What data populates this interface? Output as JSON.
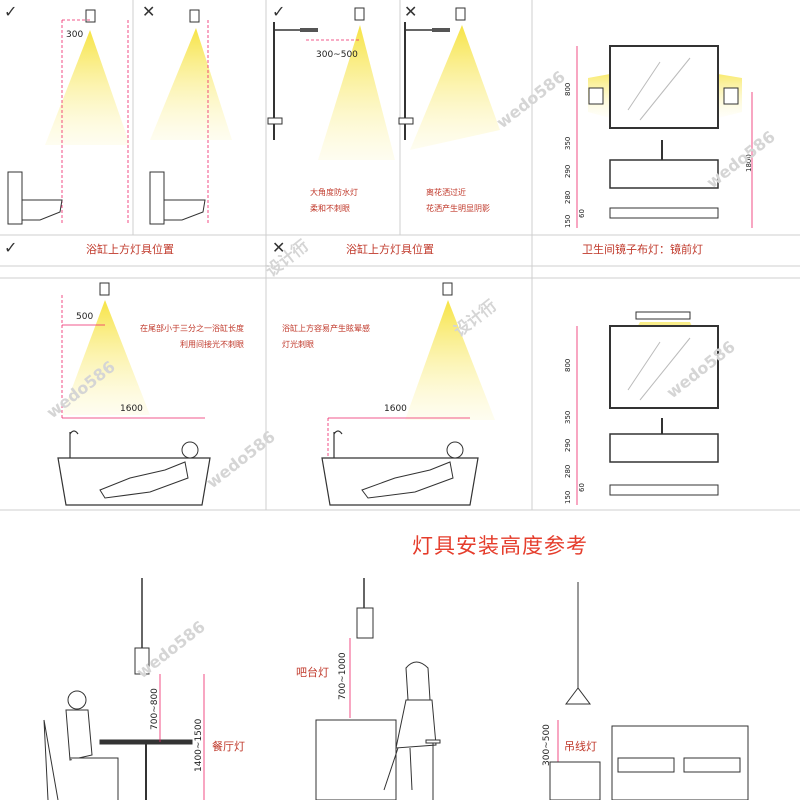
{
  "marks": {
    "check": "✓",
    "cross": "✕"
  },
  "top_row": {
    "dim_300": "300",
    "dim_300_500": "300~500",
    "note_good_1": "大角度防水灯",
    "note_good_2": "柔和不刺眼",
    "note_bad_1": "离花洒过近",
    "note_bad_2": "花洒产生明显阴影",
    "mirror_dims": [
      "800",
      "350",
      "290",
      "280",
      "60",
      "150"
    ],
    "mirror_total": "1800"
  },
  "captions": {
    "bathtub_left": "浴缸上方灯具位置",
    "bathtub_right": "浴缸上方灯具位置",
    "mirror": "卫生间镜子布灯：镜前灯"
  },
  "middle_row": {
    "dim_500": "500",
    "dim_1600_left": "1600",
    "dim_1600_right": "1600",
    "note_left_1": "在尾部小于三分之一浴缸长度",
    "note_left_2": "利用间接光不刺眼",
    "note_right_1": "浴缸上方容易产生眩晕感",
    "note_right_2": "灯光刺眼",
    "mirror_dims": [
      "800",
      "350",
      "290",
      "280",
      "60",
      "150"
    ]
  },
  "main_title": "灯具安装高度参考",
  "bottom_row": {
    "dining_label": "餐厅灯",
    "dining_dim_gap": "700~800",
    "dining_dim_height": "1400~1500",
    "bar_label": "吧台灯",
    "bar_dim": "700~1000",
    "pendant_label": "吊线灯",
    "pendant_dim": "300~500"
  },
  "watermarks": [
    "设计衎",
    "wedo586"
  ]
}
